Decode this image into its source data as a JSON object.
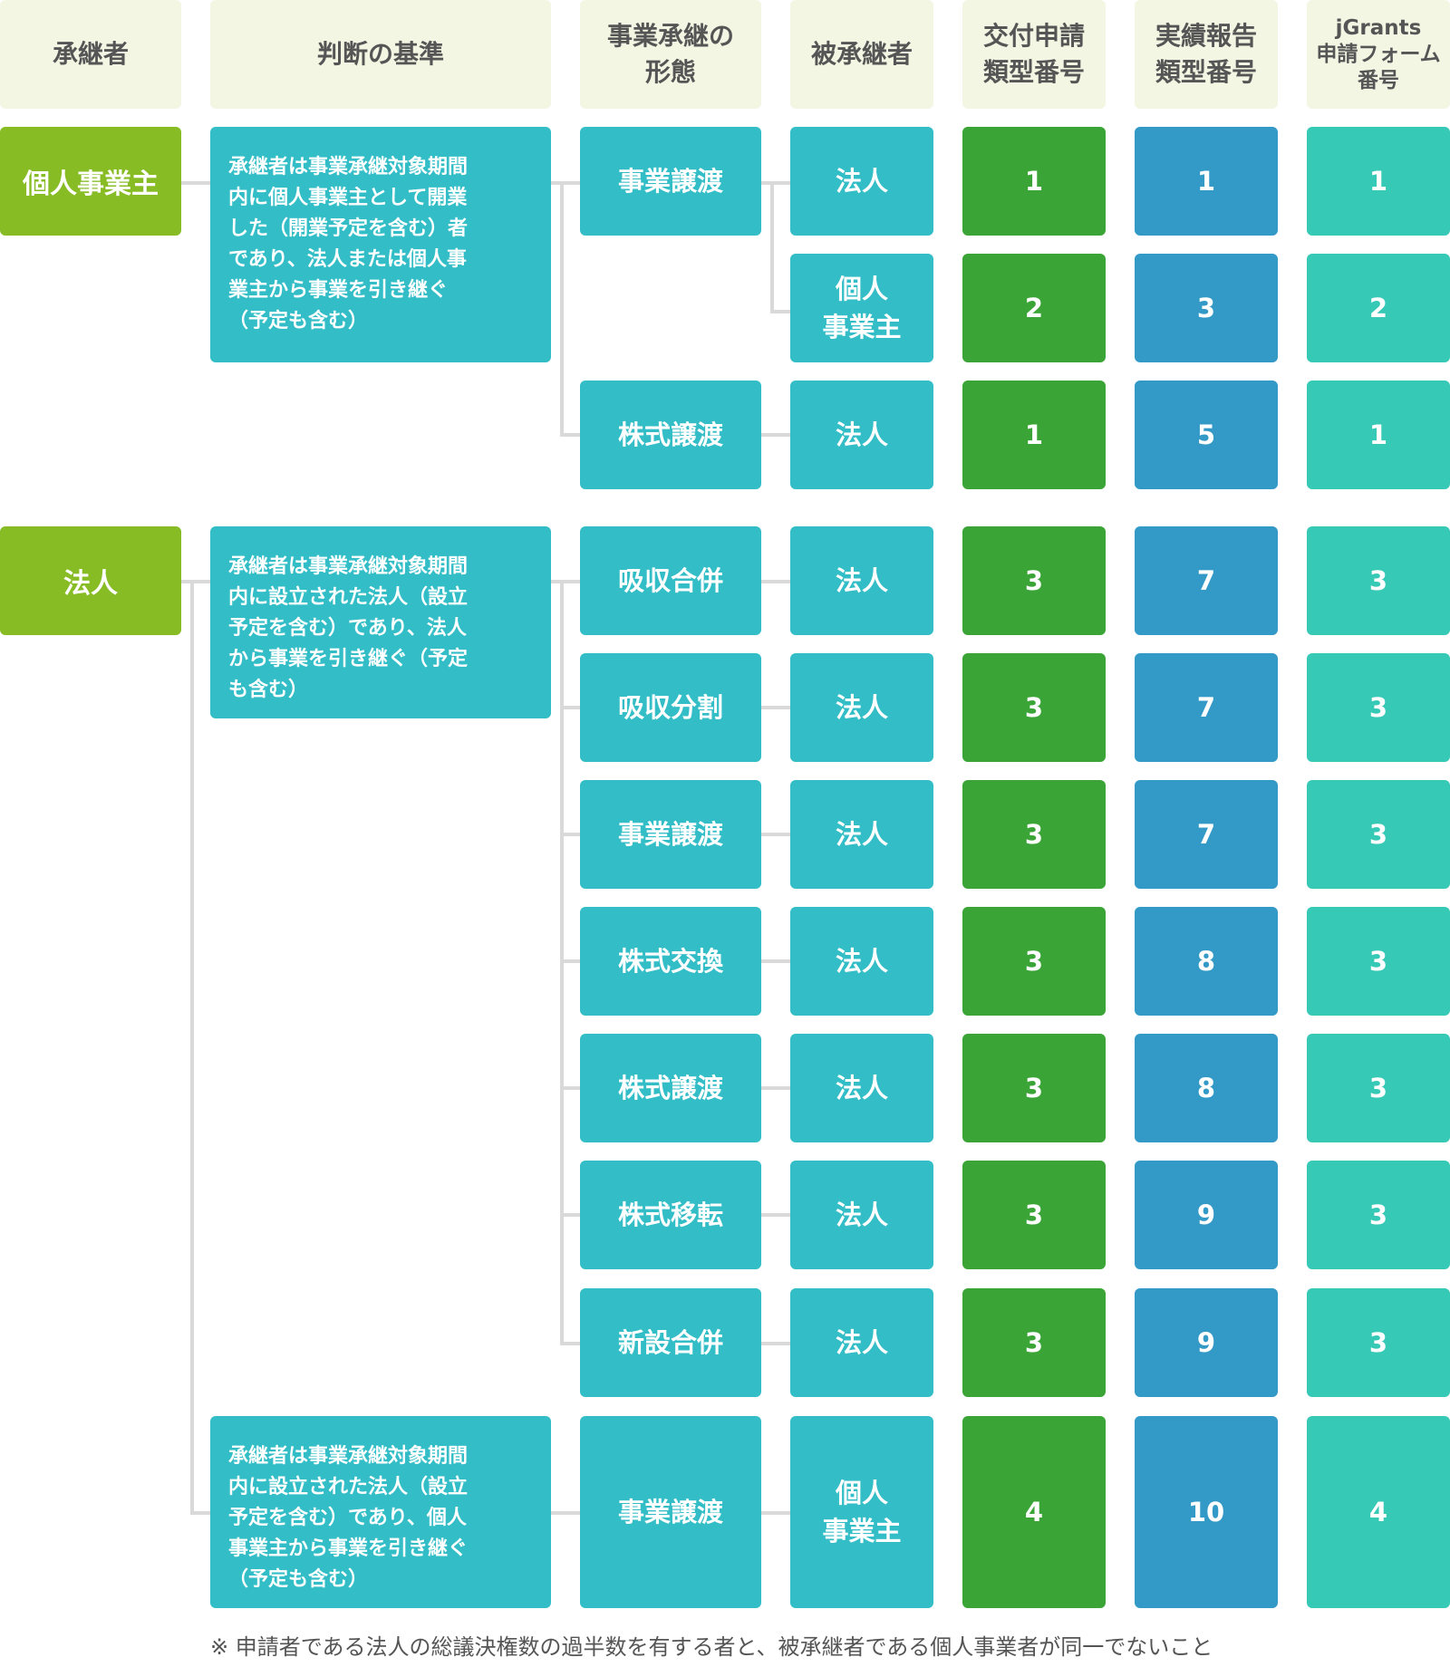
{
  "headers": {
    "successor": "承継者",
    "criteria": "判断の基準",
    "form": "事業承継の\n形態",
    "predecessor": "被承継者",
    "grant_type": "交付申請\n類型番号",
    "report_type": "実績報告\n類型番号",
    "jgrants_form": "jGrants\n申請フォーム\n番号"
  },
  "groups": [
    {
      "successor": "個人事業主",
      "criteria": "承継者は事業承継対象期間\n内に個人事業主として開業\nした（開業予定を含む）者\nであり、法人または個人事\n業主から事業を引き継ぐ\n（予定も含む）",
      "rows": [
        {
          "form": "事業譲渡",
          "predecessor": "法人",
          "grant": "1",
          "report": "1",
          "jgrants": "1"
        },
        {
          "form": "",
          "predecessor": "個人\n事業主",
          "grant": "2",
          "report": "3",
          "jgrants": "2"
        },
        {
          "form": "株式譲渡",
          "predecessor": "法人",
          "grant": "1",
          "report": "5",
          "jgrants": "1"
        }
      ]
    },
    {
      "successor": "法人",
      "criteria": "承継者は事業承継対象期間\n内に設立された法人（設立\n予定を含む）であり、法人\nから事業を引き継ぐ（予定\nも含む）",
      "rows": [
        {
          "form": "吸収合併",
          "predecessor": "法人",
          "grant": "3",
          "report": "7",
          "jgrants": "3"
        },
        {
          "form": "吸収分割",
          "predecessor": "法人",
          "grant": "3",
          "report": "7",
          "jgrants": "3"
        },
        {
          "form": "事業譲渡",
          "predecessor": "法人",
          "grant": "3",
          "report": "7",
          "jgrants": "3"
        },
        {
          "form": "株式交換",
          "predecessor": "法人",
          "grant": "3",
          "report": "8",
          "jgrants": "3"
        },
        {
          "form": "株式譲渡",
          "predecessor": "法人",
          "grant": "3",
          "report": "8",
          "jgrants": "3"
        },
        {
          "form": "株式移転",
          "predecessor": "法人",
          "grant": "3",
          "report": "9",
          "jgrants": "3"
        },
        {
          "form": "新設合併",
          "predecessor": "法人",
          "grant": "3",
          "report": "9",
          "jgrants": "3"
        }
      ]
    },
    {
      "criteria": "承継者は事業承継対象期間\n内に設立された法人（設立\n予定を含む）であり、個人\n事業主から事業を引き継ぐ\n（予定も含む）",
      "rows": [
        {
          "form": "事業譲渡",
          "predecessor": "個人\n事業主",
          "grant": "4",
          "report": "10",
          "jgrants": "4"
        }
      ]
    }
  ],
  "note": "※ 申請者である法人の総議決権数の過半数を有する者と、被承継者である個人事業者が同一でないこと",
  "colors": {
    "header_bg": "#f4f6e4",
    "successor": "#87bc25",
    "teal": "#33bec7",
    "grant_green": "#3aa536",
    "report_blue": "#3399c7",
    "jgrants_mint": "#36c9b6",
    "connector": "#d9d9d9"
  }
}
